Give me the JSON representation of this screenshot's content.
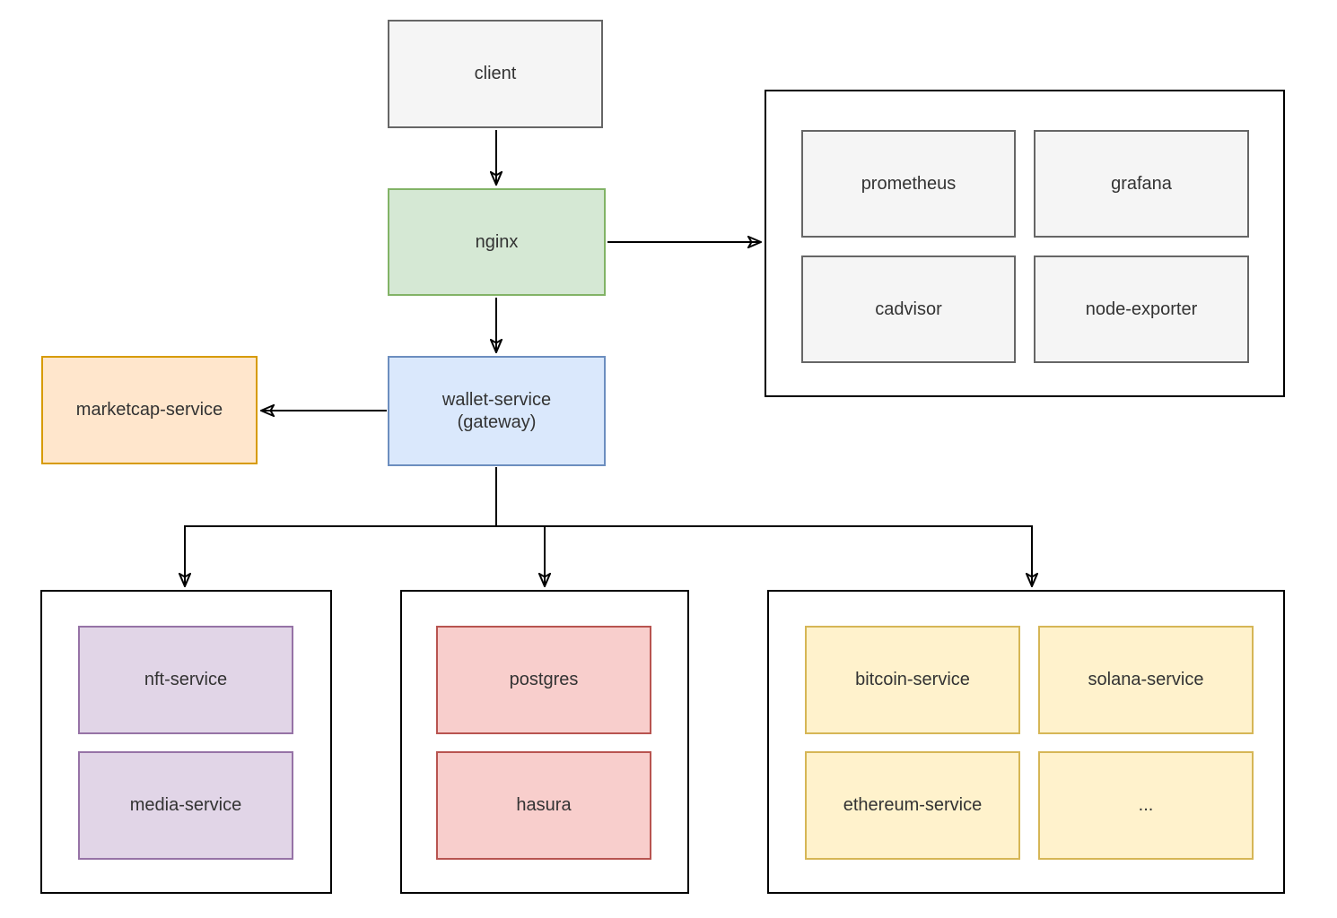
{
  "diagram": {
    "nodes": {
      "client": {
        "label": "client",
        "fill": "#f5f5f5",
        "border": "#666666"
      },
      "nginx": {
        "label": "nginx",
        "fill": "#d5e8d4",
        "border": "#82b366"
      },
      "wallet_service": {
        "label": "wallet-service\n(gateway)",
        "fill": "#dae8fc",
        "border": "#6c8ebf"
      },
      "marketcap_service": {
        "label": "marketcap-service",
        "fill": "#ffe6cc",
        "border": "#d79b00"
      },
      "prometheus": {
        "label": "prometheus",
        "fill": "#f5f5f5",
        "border": "#666666"
      },
      "grafana": {
        "label": "grafana",
        "fill": "#f5f5f5",
        "border": "#666666"
      },
      "cadvisor": {
        "label": "cadvisor",
        "fill": "#f5f5f5",
        "border": "#666666"
      },
      "node_exporter": {
        "label": "node-exporter",
        "fill": "#f5f5f5",
        "border": "#666666"
      },
      "nft_service": {
        "label": "nft-service",
        "fill": "#e1d5e7",
        "border": "#9673a6"
      },
      "media_service": {
        "label": "media-service",
        "fill": "#e1d5e7",
        "border": "#9673a6"
      },
      "postgres": {
        "label": "postgres",
        "fill": "#f8cecc",
        "border": "#b85450"
      },
      "hasura": {
        "label": "hasura",
        "fill": "#f8cecc",
        "border": "#b85450"
      },
      "bitcoin_service": {
        "label": "bitcoin-service",
        "fill": "#fff2cc",
        "border": "#d6b656"
      },
      "solana_service": {
        "label": "solana-service",
        "fill": "#fff2cc",
        "border": "#d6b656"
      },
      "ethereum_service": {
        "label": "ethereum-service",
        "fill": "#fff2cc",
        "border": "#d6b656"
      },
      "more_services": {
        "label": "...",
        "fill": "#fff2cc",
        "border": "#d6b656"
      }
    },
    "groups": {
      "monitoring": {
        "members": [
          "prometheus",
          "grafana",
          "cadvisor",
          "node_exporter"
        ]
      },
      "nft_media": {
        "members": [
          "nft_service",
          "media_service"
        ]
      },
      "database": {
        "members": [
          "postgres",
          "hasura"
        ]
      },
      "blockchain": {
        "members": [
          "bitcoin_service",
          "solana_service",
          "ethereum_service",
          "more_services"
        ]
      }
    },
    "edges": [
      {
        "from": "client",
        "to": "nginx",
        "direction": "down"
      },
      {
        "from": "nginx",
        "to": "monitoring",
        "direction": "right"
      },
      {
        "from": "nginx",
        "to": "wallet_service",
        "direction": "down"
      },
      {
        "from": "wallet_service",
        "to": "marketcap_service",
        "direction": "left"
      },
      {
        "from": "wallet_service",
        "to": "nft_media",
        "direction": "down"
      },
      {
        "from": "wallet_service",
        "to": "database",
        "direction": "down"
      },
      {
        "from": "wallet_service",
        "to": "blockchain",
        "direction": "down"
      }
    ],
    "colors": {
      "line": "#000000",
      "text": "#333333",
      "group_border": "#000000",
      "background": "#ffffff"
    }
  }
}
